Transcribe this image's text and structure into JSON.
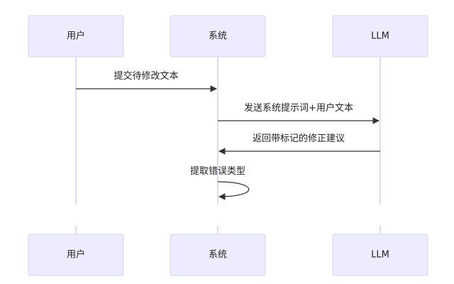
{
  "participants": [
    {
      "id": "user",
      "label": "用户"
    },
    {
      "id": "system",
      "label": "系统"
    },
    {
      "id": "llm",
      "label": "LLM"
    }
  ],
  "messages": [
    {
      "from": "user",
      "to": "system",
      "label": "提交待修改文本"
    },
    {
      "from": "system",
      "to": "llm",
      "label": "发送系统提示词+用户文本"
    },
    {
      "from": "llm",
      "to": "system",
      "label": "返回带标记的修正建议"
    },
    {
      "from": "system",
      "to": "system",
      "label": "提取错误类型"
    }
  ],
  "colors": {
    "actor_fill": "#ececfe",
    "actor_stroke": "#d3d3f0",
    "lifeline": "#dcdcf2",
    "arrow": "#333333"
  }
}
